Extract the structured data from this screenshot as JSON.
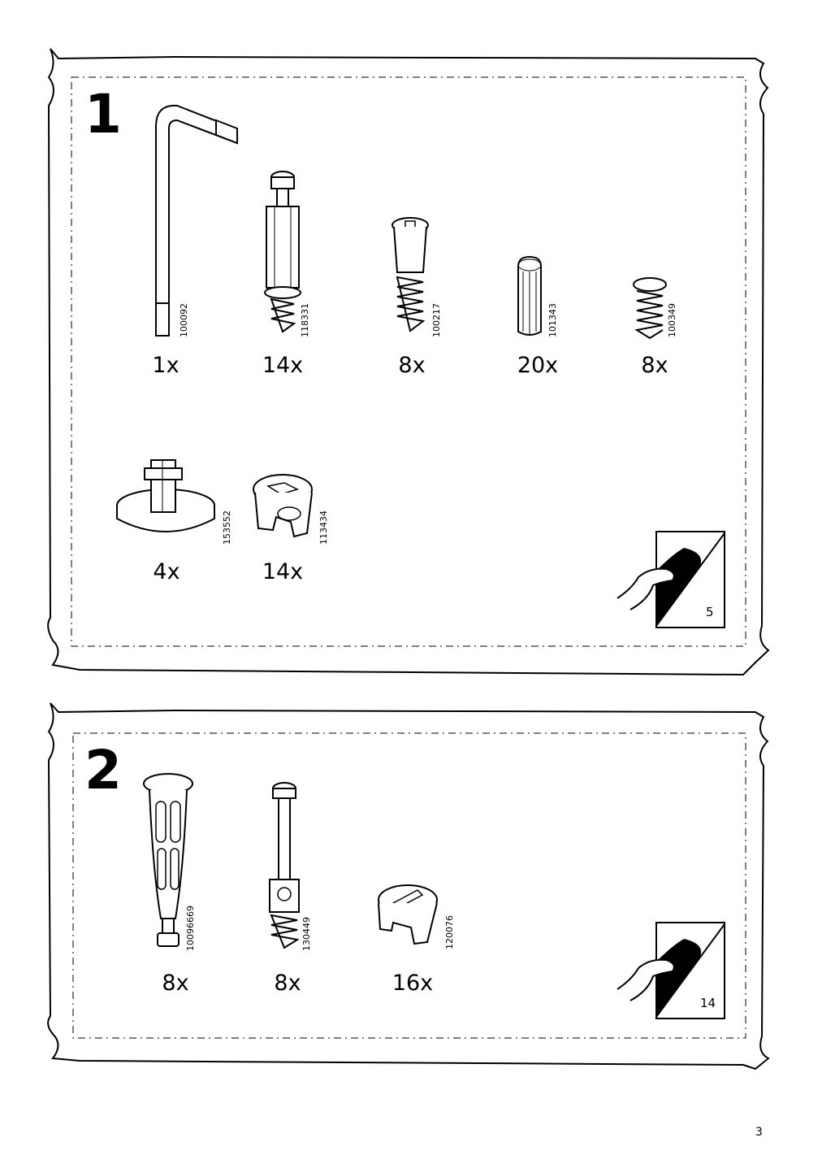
{
  "page_number": "3",
  "bags": [
    {
      "step": "1",
      "parts": [
        {
          "name": "allen-key",
          "code": "100092",
          "qty": "1x"
        },
        {
          "name": "cam-bolt",
          "code": "118331",
          "qty": "14x"
        },
        {
          "name": "sleeve-screw",
          "code": "100217",
          "qty": "8x"
        },
        {
          "name": "wood-dowel",
          "code": "101343",
          "qty": "20x"
        },
        {
          "name": "short-screw",
          "code": "100349",
          "qty": "8x"
        },
        {
          "name": "foot-glide",
          "code": "153552",
          "qty": "4x"
        },
        {
          "name": "cam-lock",
          "code": "113434",
          "qty": "14x"
        }
      ],
      "see_page": "5"
    },
    {
      "step": "2",
      "parts": [
        {
          "name": "plastic-anchor",
          "code": "10096669",
          "qty": "8x"
        },
        {
          "name": "long-cam-bolt",
          "code": "130449",
          "qty": "8x"
        },
        {
          "name": "cam-lock-small",
          "code": "120076",
          "qty": "16x"
        }
      ],
      "see_page": "14"
    }
  ]
}
